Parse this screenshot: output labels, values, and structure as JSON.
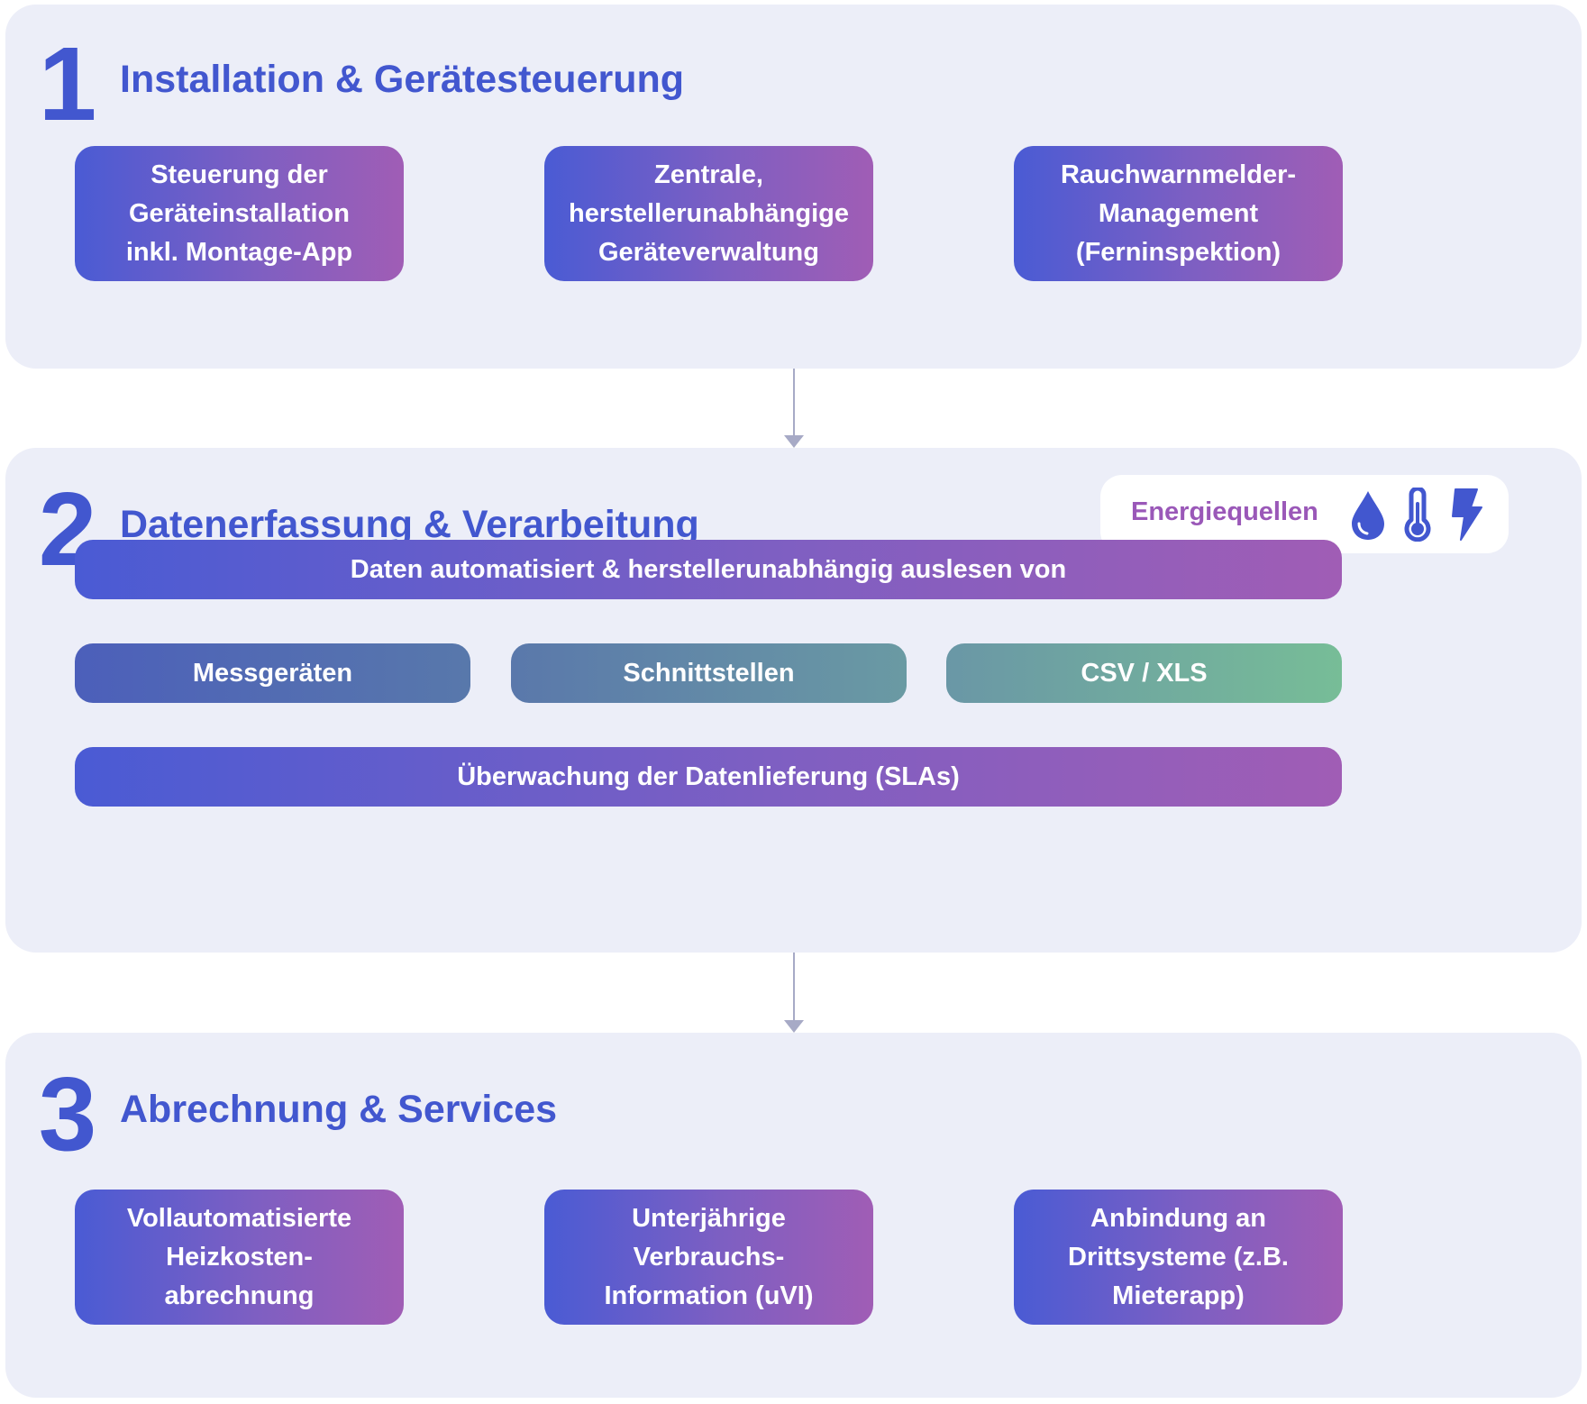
{
  "section1": {
    "number": "1",
    "title": "Installation & Gerätesteuerung",
    "cards": [
      "Steuerung der\nGeräteinstallation\ninkl.  Montage-App",
      "Zentrale,\nherstellerunabhängige\nGeräteverwaltung",
      "Rauchwarnmelder-\nManagement\n(Ferninspektion)"
    ]
  },
  "section2": {
    "number": "2",
    "title": "Datenerfassung & Verarbeitung",
    "energy": {
      "label": "Energiequellen",
      "icons": [
        "water-drop-icon",
        "thermometer-icon",
        "lightning-bolt-icon"
      ],
      "icon_color": "#4257cf"
    },
    "top_bar": "Daten automatisiert & herstellerunabhängig auslesen von",
    "sources": [
      "Messgeräten",
      "Schnittstellen",
      "CSV / XLS"
    ],
    "bottom_bar": "Überwachung der Datenlieferung (SLAs)"
  },
  "section3": {
    "number": "3",
    "title": "Abrechnung & Services",
    "cards": [
      "Vollautomatisierte\nHeizkosten-\nabrechnung",
      "Unterjährige\nVerbrauchs-\nInformation (uVI)",
      "Anbindung an\nDrittsysteme (z.B.\nMieterapp)"
    ]
  },
  "colors": {
    "accent": "#4257cf",
    "section_bg": "#eceef8",
    "gradient_start": "#4a5bd4",
    "gradient_end": "#a05db5",
    "energy_label": "#9a58b8",
    "arrow": "#a7aac6"
  }
}
